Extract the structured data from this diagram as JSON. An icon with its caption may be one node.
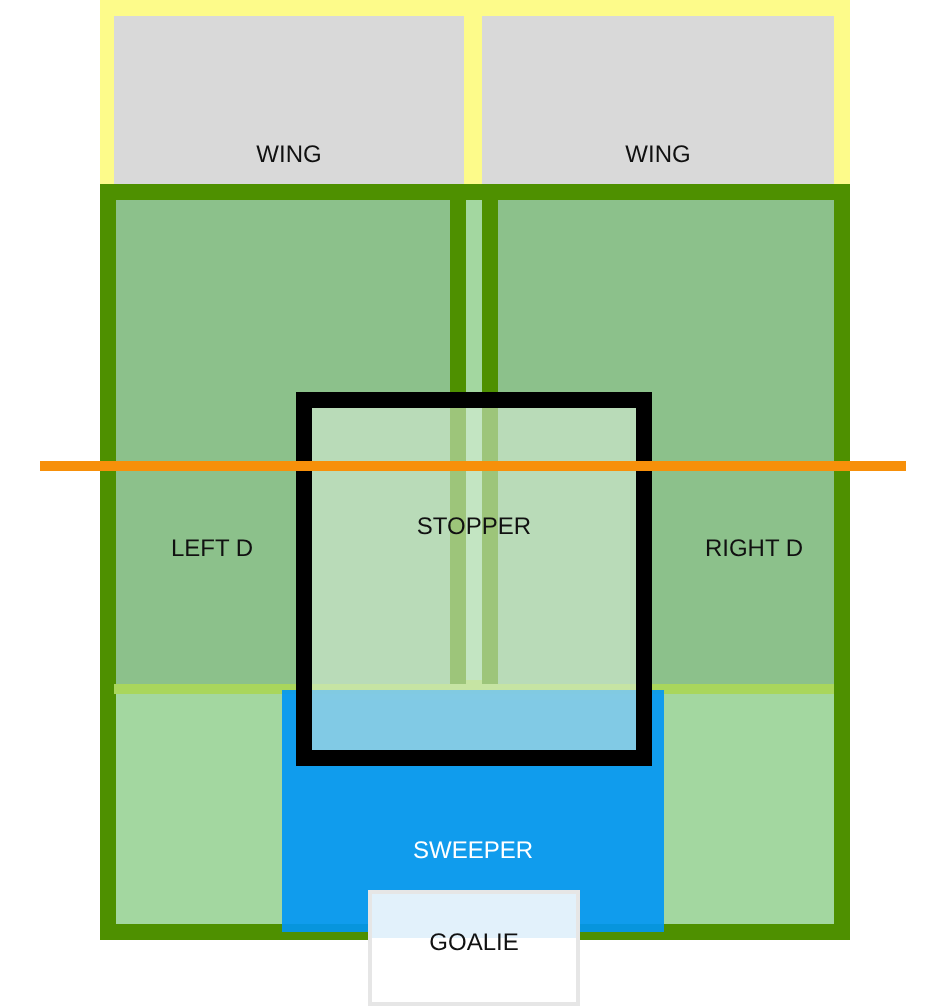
{
  "diagram": {
    "nodes": [
      {
        "text": [
          "WING"
        ]
      },
      {
        "text": [
          "WING"
        ]
      },
      {
        "text": [
          "LEFT D"
        ]
      },
      {
        "text": [
          "RIGHT D"
        ]
      },
      {
        "text": [
          "STOPPER"
        ]
      },
      {
        "text": [
          "SWEEPER"
        ]
      },
      {
        "text": [
          "GOALIE"
        ]
      }
    ]
  }
}
